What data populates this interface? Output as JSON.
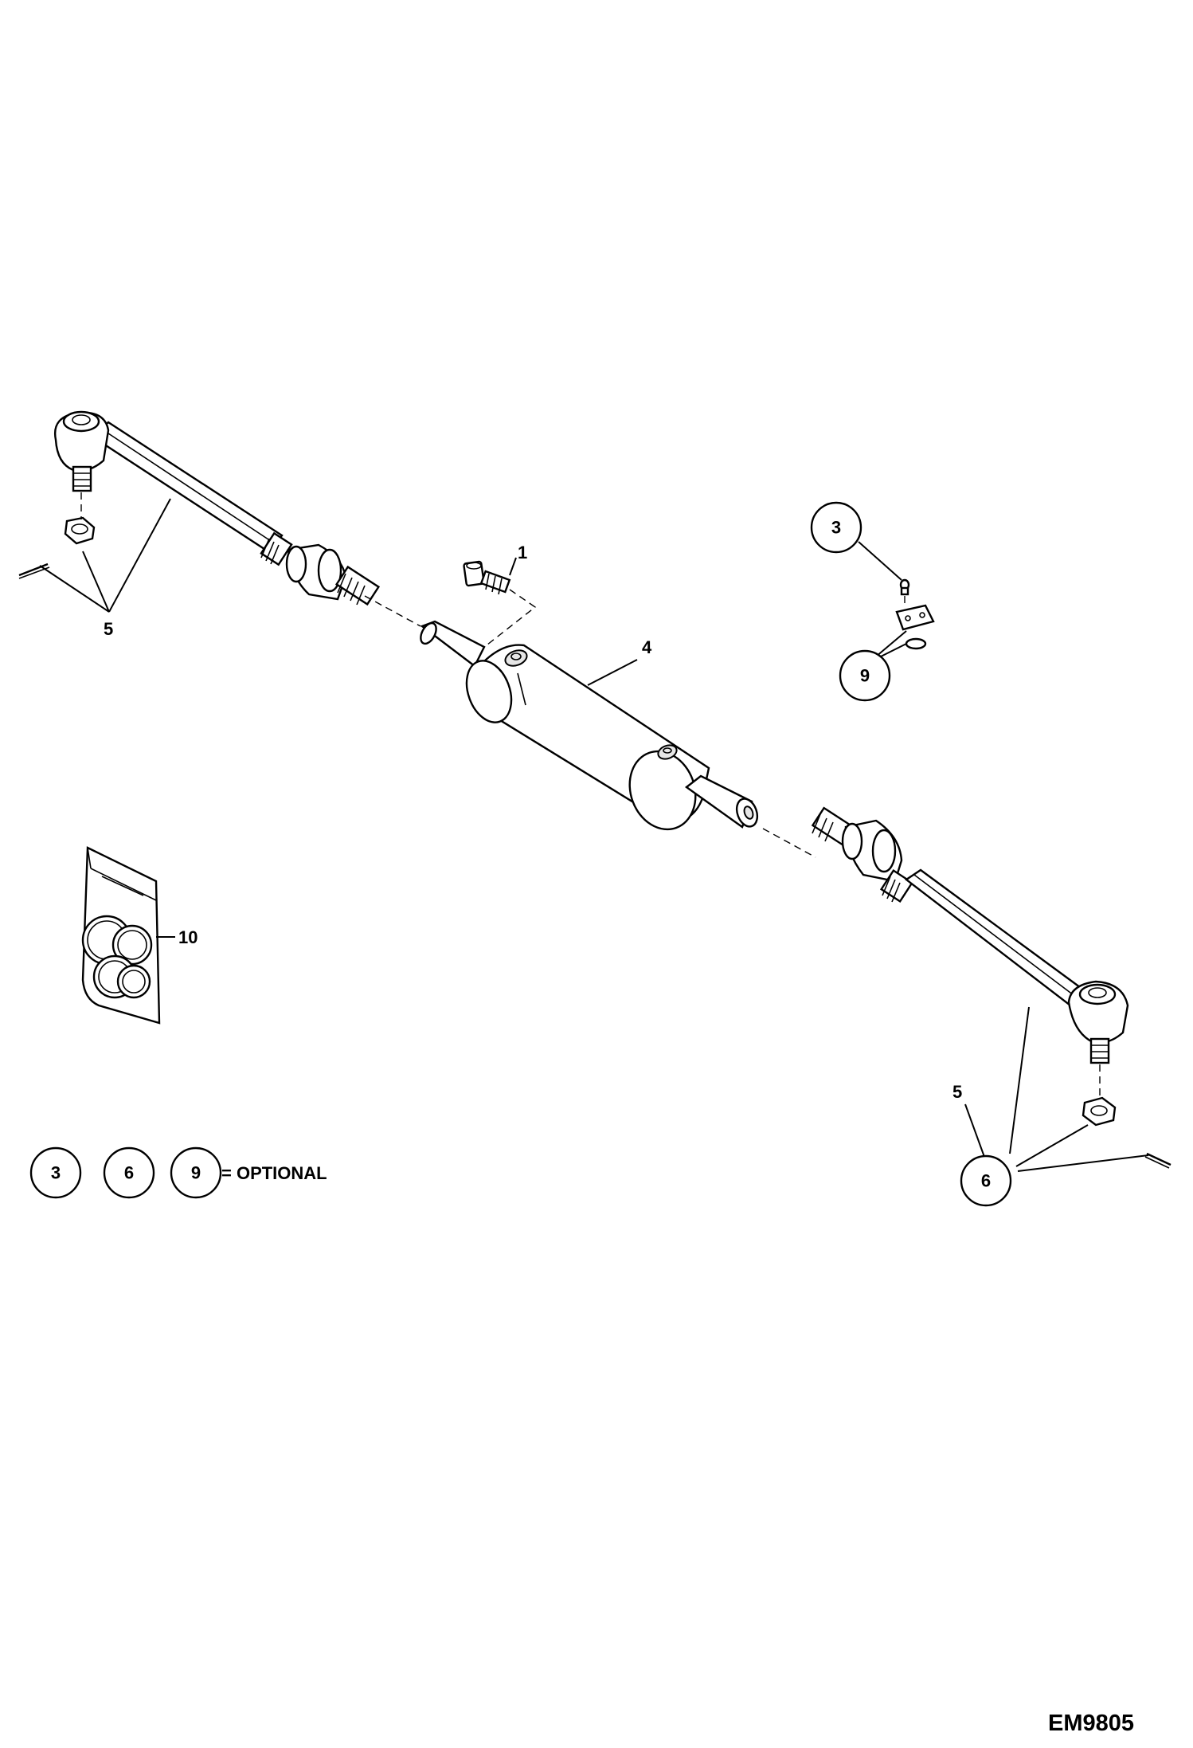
{
  "callouts": {
    "c1": "1",
    "c3": "3",
    "c4": "4",
    "c5_left": "5",
    "c5_right": "5",
    "c6": "6",
    "c9": "9",
    "c10": "10"
  },
  "legend": {
    "items": [
      "3",
      "6",
      "9"
    ],
    "text": "= OPTIONAL"
  },
  "drawing_id": "EM9805"
}
